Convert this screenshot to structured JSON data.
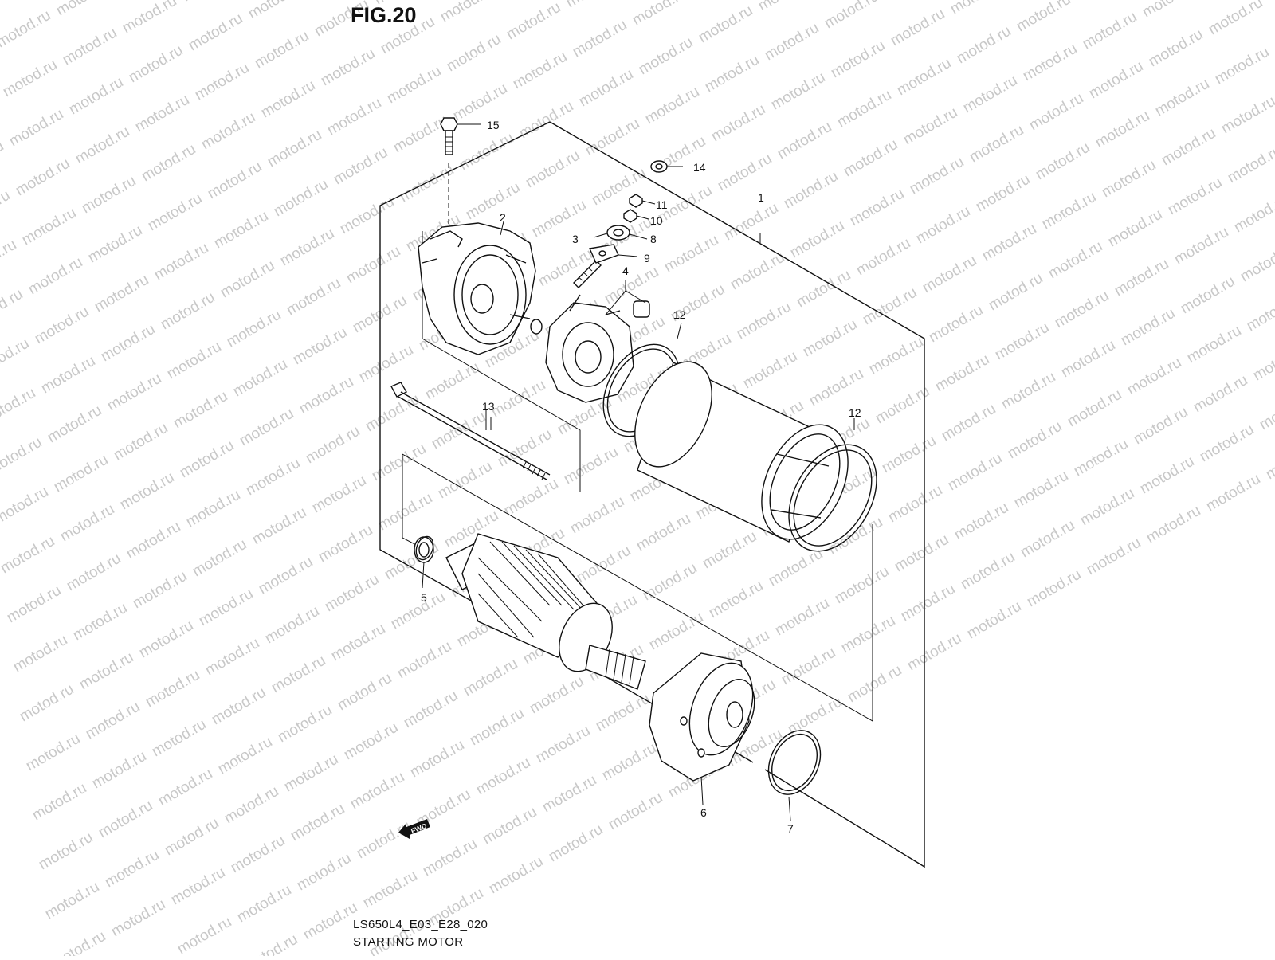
{
  "figure": {
    "title": "FIG.20",
    "code": "LS650L4_E03_E28_020",
    "caption": "STARTING MOTOR"
  },
  "watermark": {
    "text": "motod.ru"
  },
  "callouts": [
    {
      "id": "c1",
      "text": "1"
    },
    {
      "id": "c2",
      "text": "2"
    },
    {
      "id": "c3",
      "text": "3"
    },
    {
      "id": "c4",
      "text": "4"
    },
    {
      "id": "c5",
      "text": "5"
    },
    {
      "id": "c6",
      "text": "6"
    },
    {
      "id": "c7",
      "text": "7"
    },
    {
      "id": "c8",
      "text": "8"
    },
    {
      "id": "c9",
      "text": "9"
    },
    {
      "id": "c10",
      "text": "10"
    },
    {
      "id": "c11",
      "text": "11"
    },
    {
      "id": "c12a",
      "text": "12"
    },
    {
      "id": "c12b",
      "text": "12"
    },
    {
      "id": "c13",
      "text": "13"
    },
    {
      "id": "c14",
      "text": "14"
    },
    {
      "id": "c15",
      "text": "15"
    }
  ],
  "fwd_arrow": {
    "text": "FWD"
  },
  "colors": {
    "line": "#111111",
    "watermark": "#c8c8c8",
    "background": "#ffffff"
  }
}
